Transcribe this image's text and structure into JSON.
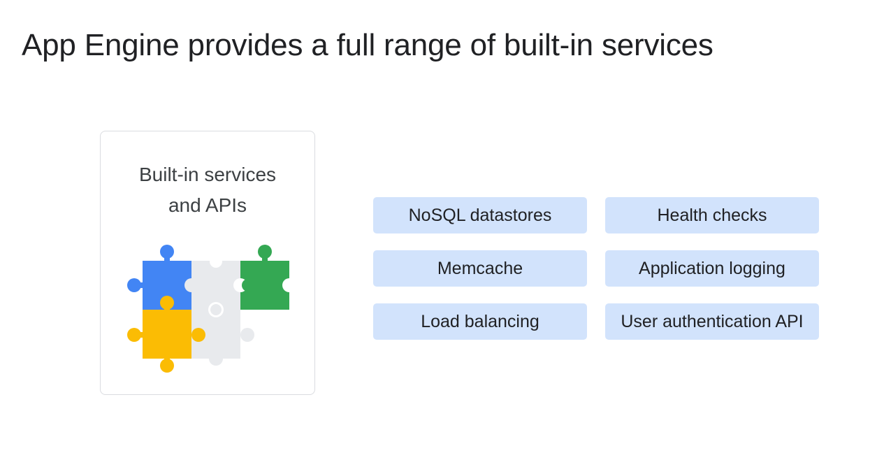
{
  "slide": {
    "title": "App Engine provides a full range of built-in services"
  },
  "card": {
    "title_line1": "Built-in services",
    "title_line2": "and APIs",
    "illustration_icon": "puzzle-pieces-icon"
  },
  "services": [
    "NoSQL datastores",
    "Health checks",
    "Memcache",
    "Application logging",
    "Load balancing",
    "User authentication API"
  ],
  "colors": {
    "title_text": "#202124",
    "card_border": "#dadce0",
    "service_fill": "#d2e3fc",
    "puzzle_blue": "#4285f4",
    "puzzle_green": "#34a853",
    "puzzle_yellow": "#fbbc04",
    "puzzle_gray": "#e8eaed"
  }
}
